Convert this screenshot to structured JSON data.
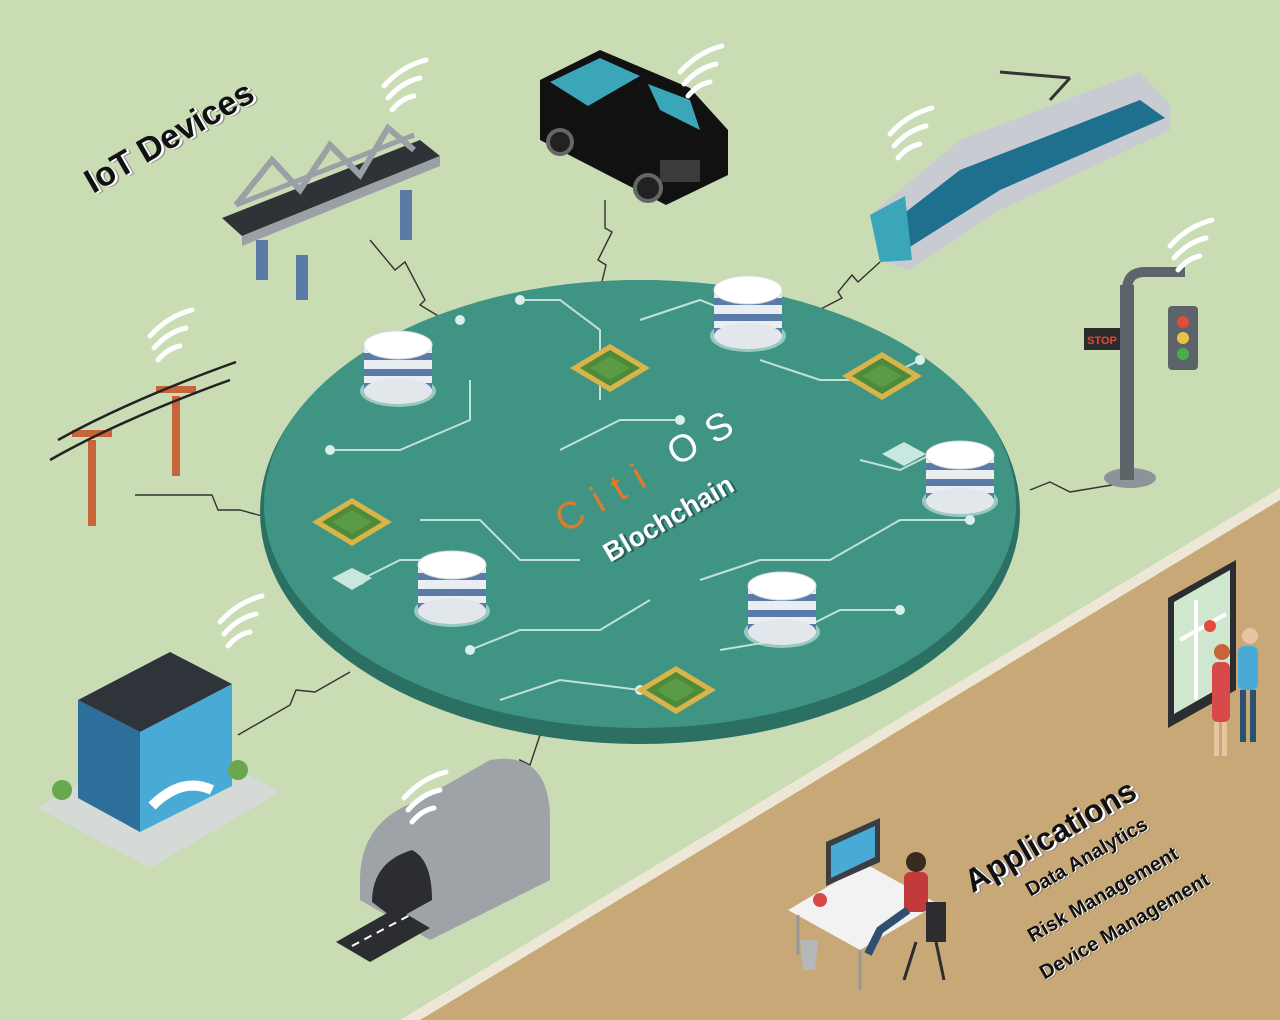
{
  "diagram": {
    "iot_title": "IoT Devices",
    "logo": {
      "citi": "Citi",
      "os": "OS",
      "subtitle": "Blochchain"
    },
    "applications": {
      "title": "Applications",
      "items": [
        "Data Analytics",
        "Risk Management",
        "Device Management"
      ]
    },
    "signage": {
      "stop": "STOP"
    },
    "colors": {
      "ground": "#c9dcb3",
      "platform": "#3f9484",
      "platform_edge": "#2c6f63",
      "chip": "#4d8a3a",
      "road": "#c8a877",
      "logo_orange": "#e07a2c"
    },
    "icons": [
      "bridge-icon",
      "taxi-icon",
      "tram-icon",
      "traffic-light-icon",
      "power-line-icon",
      "office-building-icon",
      "tunnel-icon",
      "database-icon",
      "chip-icon",
      "smartphone-map-icon",
      "people-icon",
      "workstation-icon",
      "wifi-icon"
    ]
  }
}
